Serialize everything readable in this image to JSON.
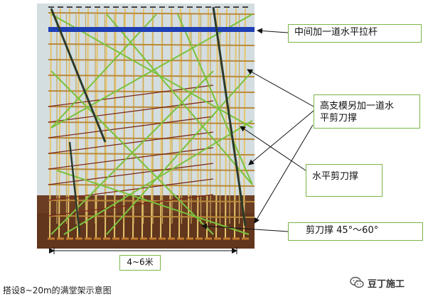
{
  "callouts": {
    "mid_horizontal_bar": "中间加一道水平拉杆",
    "high_formwork_extra": "高支模另加一道水\n平剪刀撑",
    "horizontal_brace": "水平剪刀撑",
    "shear_brace": "剪刀撑 45°～60°"
  },
  "dimension": {
    "width_label": "4~6米"
  },
  "caption": "搭设8~20m的满堂架示意图",
  "brand": {
    "name": "豆丁施工",
    "icon": "wechat-bubble-icon"
  },
  "colors": {
    "callout_border": "#7ab648",
    "arrow": "#111111",
    "blue_bar": "#1f3fb5",
    "brace": "#79c23c",
    "pole": "#e6c46c",
    "ground": "#6b3d22",
    "sky": "#d4dde0"
  }
}
